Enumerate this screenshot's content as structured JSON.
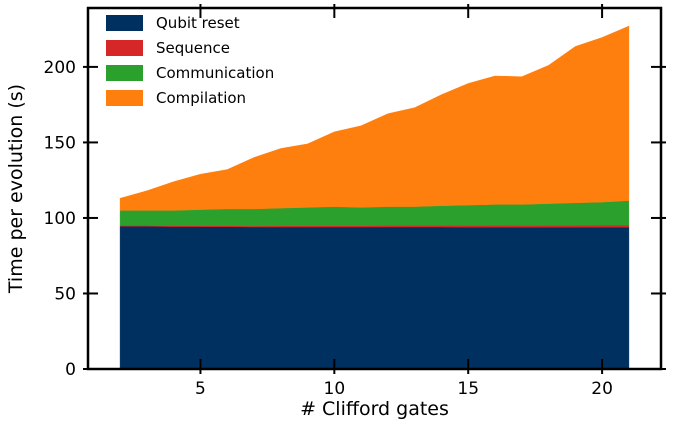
{
  "chart_data": {
    "type": "area",
    "stacked": true,
    "xlabel": "# Clifford gates",
    "ylabel": "Time per evolution (s)",
    "x": [
      2,
      3,
      4,
      5,
      6,
      7,
      8,
      9,
      10,
      11,
      12,
      13,
      14,
      15,
      16,
      17,
      18,
      19,
      20,
      21
    ],
    "xlim": [
      0.8,
      22.2
    ],
    "ylim": [
      0,
      239
    ],
    "xticks": [
      5,
      10,
      15,
      20
    ],
    "yticks": [
      0,
      50,
      100,
      150,
      200
    ],
    "grid": false,
    "legend_position": "top-left",
    "series": [
      {
        "name": "Qubit reset",
        "color": "#003060",
        "values": [
          94.5,
          94.5,
          94.3,
          94.3,
          94.2,
          94.0,
          94.0,
          94.0,
          94.0,
          94.0,
          94.0,
          94.0,
          94.0,
          93.9,
          93.9,
          93.8,
          93.8,
          93.8,
          93.8,
          93.8
        ]
      },
      {
        "name": "Sequence",
        "color": "#d62728",
        "values": [
          0.5,
          0.5,
          0.6,
          0.6,
          0.7,
          0.7,
          0.8,
          0.8,
          0.9,
          0.9,
          1.0,
          1.0,
          1.1,
          1.1,
          1.2,
          1.2,
          1.3,
          1.3,
          1.4,
          1.4
        ]
      },
      {
        "name": "Communication",
        "color": "#2ca02c",
        "values": [
          10.0,
          10.0,
          10.1,
          10.6,
          11.1,
          11.3,
          11.7,
          12.2,
          12.6,
          12.1,
          12.5,
          12.5,
          13.0,
          13.5,
          13.9,
          14.0,
          14.4,
          14.9,
          15.3,
          16.3
        ]
      },
      {
        "name": "Compilation",
        "color": "#ff7f0e",
        "values": [
          8.0,
          13.0,
          19.0,
          23.5,
          26.0,
          34.0,
          39.5,
          42.0,
          49.5,
          54.0,
          61.5,
          65.5,
          73.5,
          80.5,
          85.0,
          84.5,
          91.5,
          103.5,
          109.0,
          115.5
        ]
      }
    ]
  }
}
